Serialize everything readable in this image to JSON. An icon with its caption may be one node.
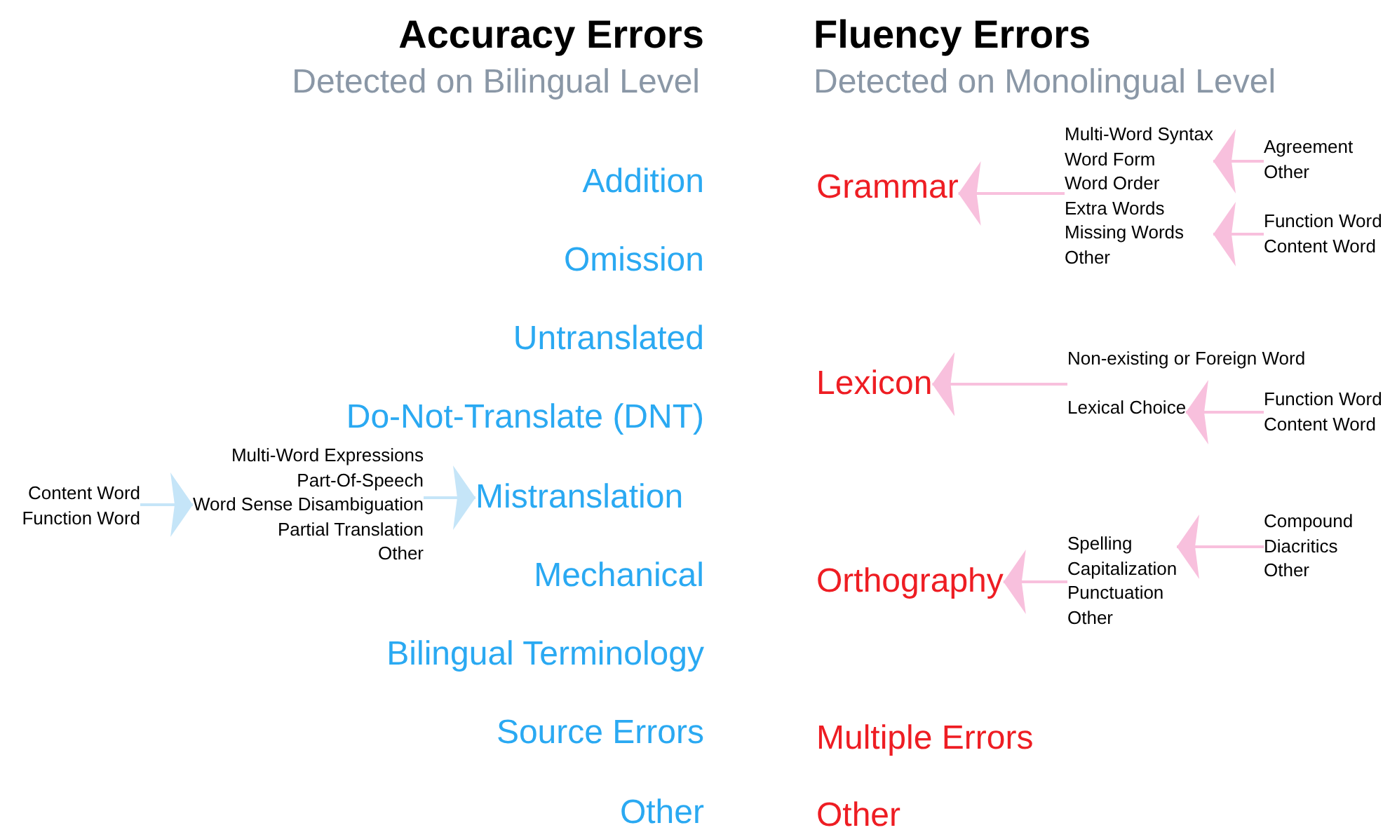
{
  "diagram": {
    "nodes": [
      {
        "text": [
          "Mistranslation"
        ]
      },
      {
        "text": [
          "Multi-Word Expressions",
          "Part-Of-Speech",
          "Word Sense Disambiguation",
          "Partial Translation",
          "Other"
        ]
      },
      {
        "text": [
          "Content Word",
          "Function Word"
        ]
      },
      {
        "text": [
          "Grammar"
        ]
      },
      {
        "text": [
          "Multi-Word Syntax",
          "Word Form",
          "Word Order",
          "Extra Words",
          "Missing Words",
          "Other"
        ]
      },
      {
        "text": [
          "Agreement",
          "Other"
        ]
      },
      {
        "text": [
          "Function Word",
          "Content Word"
        ]
      },
      {
        "text": [
          "Lexicon"
        ]
      },
      {
        "text": [
          "Non-existing or Foreign Word"
        ]
      },
      {
        "text": [
          "Lexical Choice"
        ]
      },
      {
        "text": [
          "Function Word",
          "Content Word"
        ]
      },
      {
        "text": [
          "Orthography"
        ]
      },
      {
        "text": [
          "Spelling",
          "Capitalization",
          "Punctuation",
          "Other"
        ]
      },
      {
        "text": [
          "Compound",
          "Diacritics",
          "Other"
        ]
      }
    ],
    "edges": [
      {
        "from": 1,
        "to": 0,
        "arrow": "to",
        "color": "#c5e5f8"
      },
      {
        "from": 2,
        "to": 1,
        "arrow": "to",
        "color": "#c5e5f8"
      },
      {
        "from": 4,
        "to": 3,
        "arrow": "to"
      },
      {
        "from": 5,
        "to": 4,
        "arrow": "to"
      },
      {
        "from": 6,
        "to": 4,
        "arrow": "to"
      },
      {
        "from": 8,
        "to": 7,
        "arrow": "to"
      },
      {
        "from": 9,
        "to": 7,
        "arrow": "to"
      },
      {
        "from": 10,
        "to": 9,
        "arrow": "to"
      },
      {
        "from": 12,
        "to": 11,
        "arrow": "to"
      },
      {
        "from": 13,
        "to": 12,
        "arrow": "to"
      }
    ],
    "labels": [
      "Accuracy Errors",
      "Detected on Bilingual Level",
      "Fluency Errors",
      "Detected on Monolingual Level",
      "Addition",
      "Omission",
      "Untranslated",
      "Do-Not-Translate (DNT)",
      "Mechanical",
      "Bilingual Terminology",
      "Source Errors",
      "Other",
      "Multiple Errors",
      "Other"
    ]
  }
}
